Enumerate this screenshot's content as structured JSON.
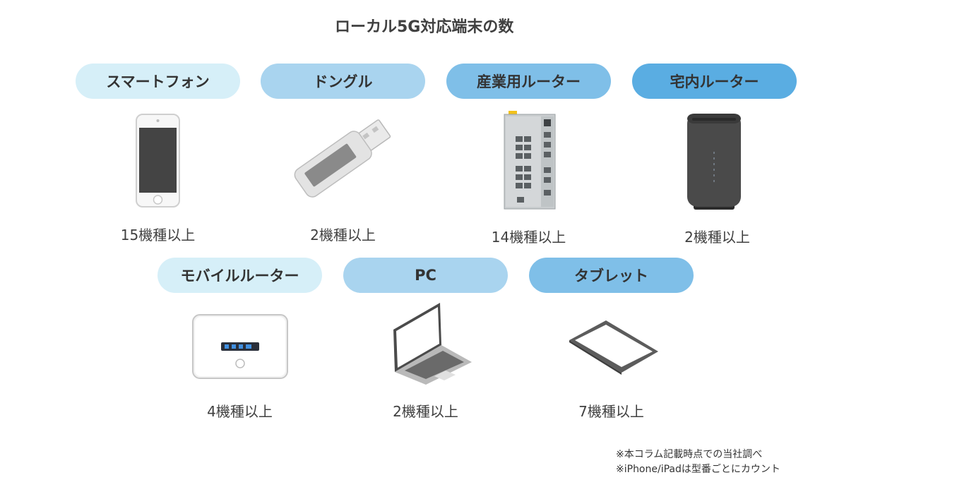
{
  "title": "ローカル5G対応端末の数",
  "devices": [
    {
      "label": "スマートフォン",
      "count": "15機種以上",
      "icon": "smartphone-icon",
      "color": "#d6eff8"
    },
    {
      "label": "ドングル",
      "count": "2機種以上",
      "icon": "usb-dongle-icon",
      "color": "#a9d4ef"
    },
    {
      "label": "産業用ルーター",
      "count": "14機種以上",
      "icon": "industrial-router-icon",
      "color": "#7fbfe8"
    },
    {
      "label": "宅内ルーター",
      "count": "2機種以上",
      "icon": "home-router-icon",
      "color": "#5aade2"
    },
    {
      "label": "モバイルルーター",
      "count": "4機種以上",
      "icon": "mobile-router-icon",
      "color": "#d6eff8"
    },
    {
      "label": "PC",
      "count": "2機種以上",
      "icon": "laptop-icon",
      "color": "#a9d4ef"
    },
    {
      "label": "タブレット",
      "count": "7機種以上",
      "icon": "tablet-icon",
      "color": "#7fbfe8"
    }
  ],
  "notes": [
    "※本コラム記載時点での当社調べ",
    "※iPhone/iPadは型番ごとにカウント"
  ]
}
